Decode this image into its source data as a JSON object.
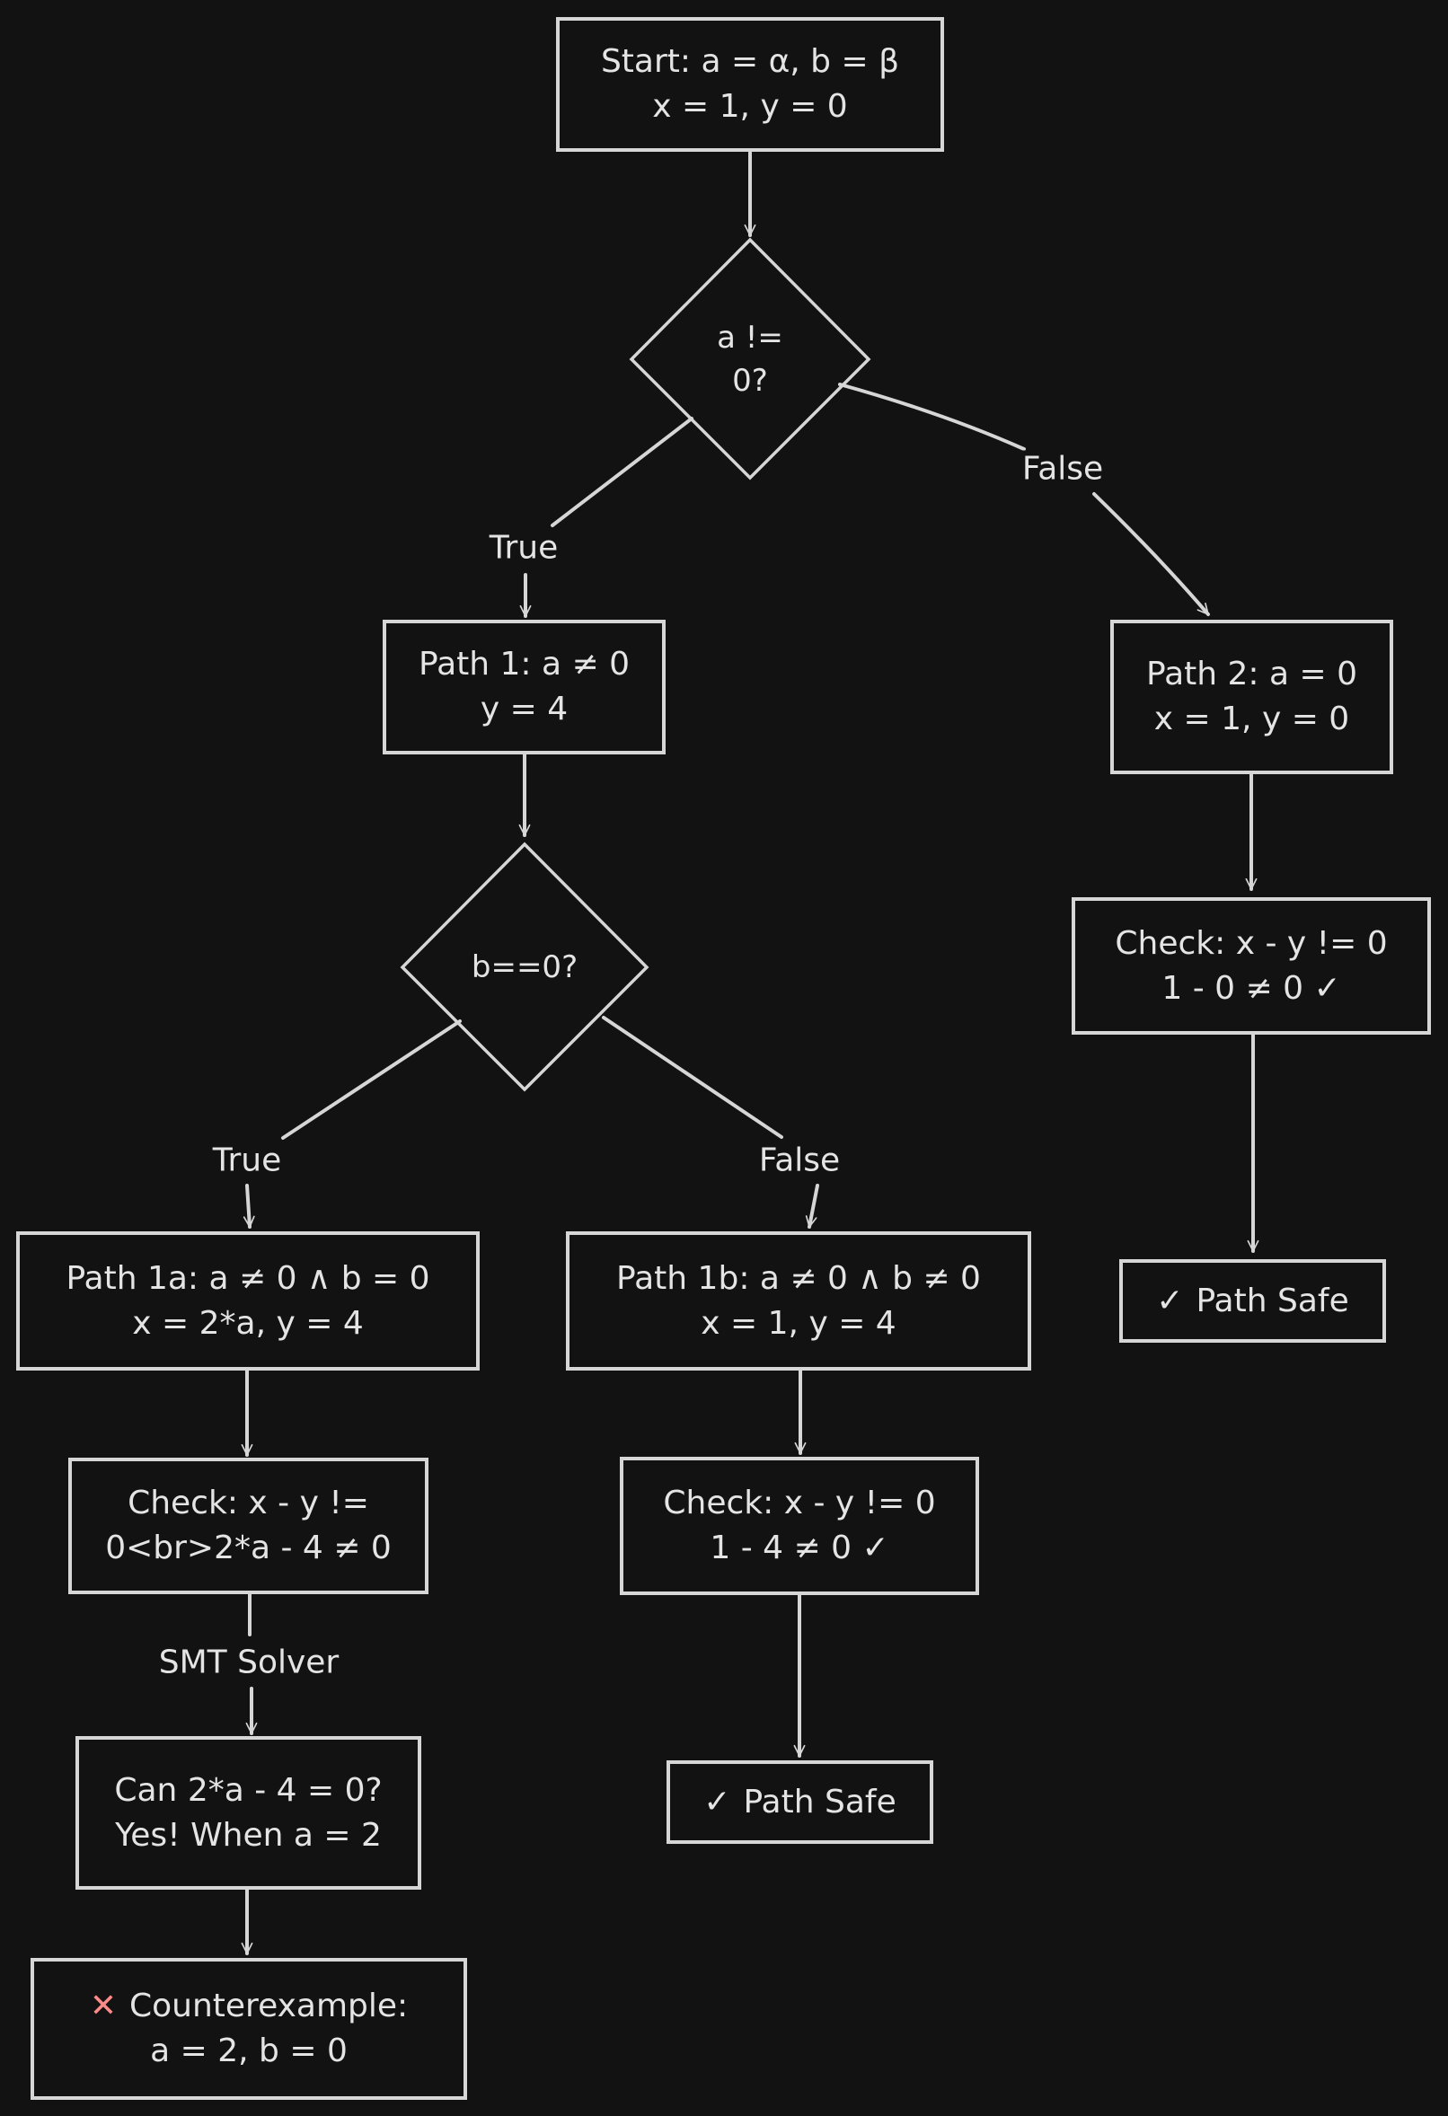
{
  "diagram": {
    "title": "Symbolic execution path analysis",
    "colors": {
      "background": "#121212",
      "stroke": "#d6d6d6",
      "text": "#e4e4e4",
      "error_icon": "#ff8a8a"
    },
    "nodes": {
      "start": {
        "line1": "Start: a = α, b = β",
        "line2": "x = 1, y = 0"
      },
      "decision_a": {
        "line1": "a !=",
        "line2": "0?"
      },
      "path1": {
        "line1": "Path 1: a ≠ 0",
        "line2": "y = 4"
      },
      "path2": {
        "line1": "Path 2: a = 0",
        "line2": "x = 1, y = 0"
      },
      "check2": {
        "line1": "Check: x - y != 0",
        "line2": "1 - 0 ≠ 0 ✓"
      },
      "safe2": {
        "icon": "check-icon",
        "glyph": "✓",
        "label": "Path Safe"
      },
      "decision_b": {
        "line1": "b==0?"
      },
      "path1a": {
        "line1": "Path 1a: a ≠ 0 ∧ b = 0",
        "line2": "x = 2*a, y = 4"
      },
      "path1b": {
        "line1": "Path 1b: a ≠ 0 ∧ b ≠ 0",
        "line2": "x = 1, y = 4"
      },
      "check1a": {
        "line1": "Check: x - y !=",
        "line2": "0<br>2*a - 4 ≠ 0"
      },
      "check1b": {
        "line1": "Check: x - y != 0",
        "line2": "1 - 4 ≠ 0 ✓"
      },
      "smt": {
        "line1": "Can 2*a - 4 = 0?",
        "line2": "Yes! When a = 2"
      },
      "safe1b": {
        "icon": "check-icon",
        "glyph": "✓",
        "label": "Path Safe"
      },
      "counterexample": {
        "icon": "cross-icon",
        "glyph": "✕",
        "line1": "Counterexample:",
        "line2": "a = 2, b = 0"
      }
    },
    "edge_labels": {
      "a_true": "True",
      "a_false": "False",
      "b_true": "True",
      "b_false": "False",
      "smt_solver": "SMT Solver"
    }
  }
}
